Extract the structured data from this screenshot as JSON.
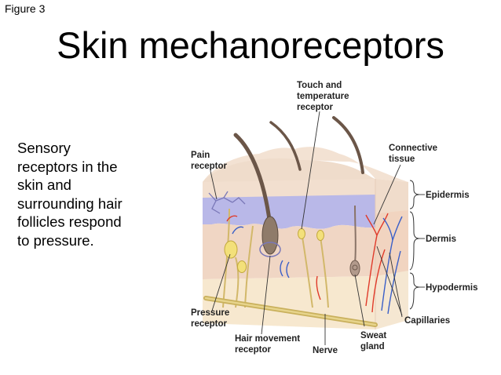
{
  "slide": {
    "figure_label": "Figure 3",
    "title": "Skin mechanoreceptors",
    "body_lines": [
      "Sensory",
      "receptors in the",
      "skin and",
      "surrounding hair",
      "follicles respond",
      "to pressure."
    ]
  },
  "diagram": {
    "labels": {
      "touch_temp": [
        "Touch and",
        "temperature",
        "receptor"
      ],
      "pain": [
        "Pain",
        "receptor"
      ],
      "connective": [
        "Connective",
        "tissue"
      ],
      "epidermis": "Epidermis",
      "dermis": "Dermis",
      "hypodermis": "Hypodermis",
      "pressure": [
        "Pressure",
        "receptor"
      ],
      "capillaries": "Capillaries",
      "hair_movement": [
        "Hair movement",
        "receptor"
      ],
      "sweat_gland": [
        "Sweat",
        "gland"
      ],
      "nerve": "Nerve"
    },
    "colors": {
      "epidermis_top": "#f2dfcf",
      "blue_layer": "#b9b8e8",
      "dermis": "#f0d6c4",
      "hypodermis": "#f7e8cf",
      "hair": "#6b5648",
      "nerve": "#d2b86a",
      "artery": "#e03a2a",
      "vein": "#3a5fc8"
    }
  }
}
